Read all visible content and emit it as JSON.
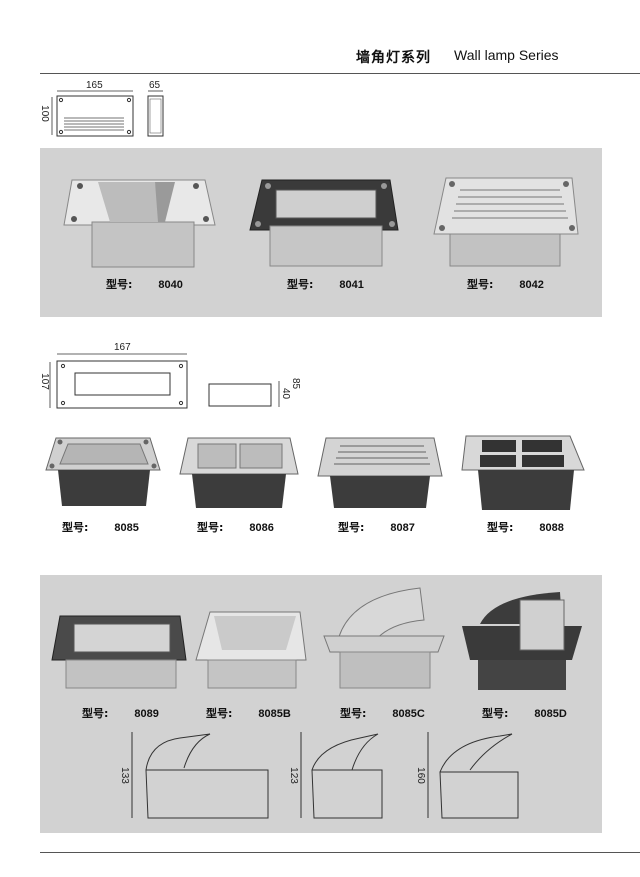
{
  "header": {
    "title_cn": "墙角灯系列",
    "title_en": "Wall lamp Series"
  },
  "section1": {
    "dims": {
      "width": "165",
      "depth": "65",
      "height": "100"
    },
    "products": [
      {
        "label": "型号:",
        "model": "8040"
      },
      {
        "label": "型号:",
        "model": "8041"
      },
      {
        "label": "型号:",
        "model": "8042"
      }
    ]
  },
  "section2": {
    "dims": {
      "width": "167",
      "height": "107",
      "depth_total": "85",
      "depth_inner": "40"
    },
    "products": [
      {
        "label": "型号:",
        "model": "8085"
      },
      {
        "label": "型号:",
        "model": "8086"
      },
      {
        "label": "型号:",
        "model": "8087"
      },
      {
        "label": "型号:",
        "model": "8088"
      }
    ]
  },
  "section3": {
    "products": [
      {
        "label": "型号:",
        "model": "8089"
      },
      {
        "label": "型号:",
        "model": "8085B"
      },
      {
        "label": "型号:",
        "model": "8085C"
      },
      {
        "label": "型号:",
        "model": "8085D"
      }
    ],
    "profile_dims": [
      "133",
      "123",
      "160"
    ]
  }
}
